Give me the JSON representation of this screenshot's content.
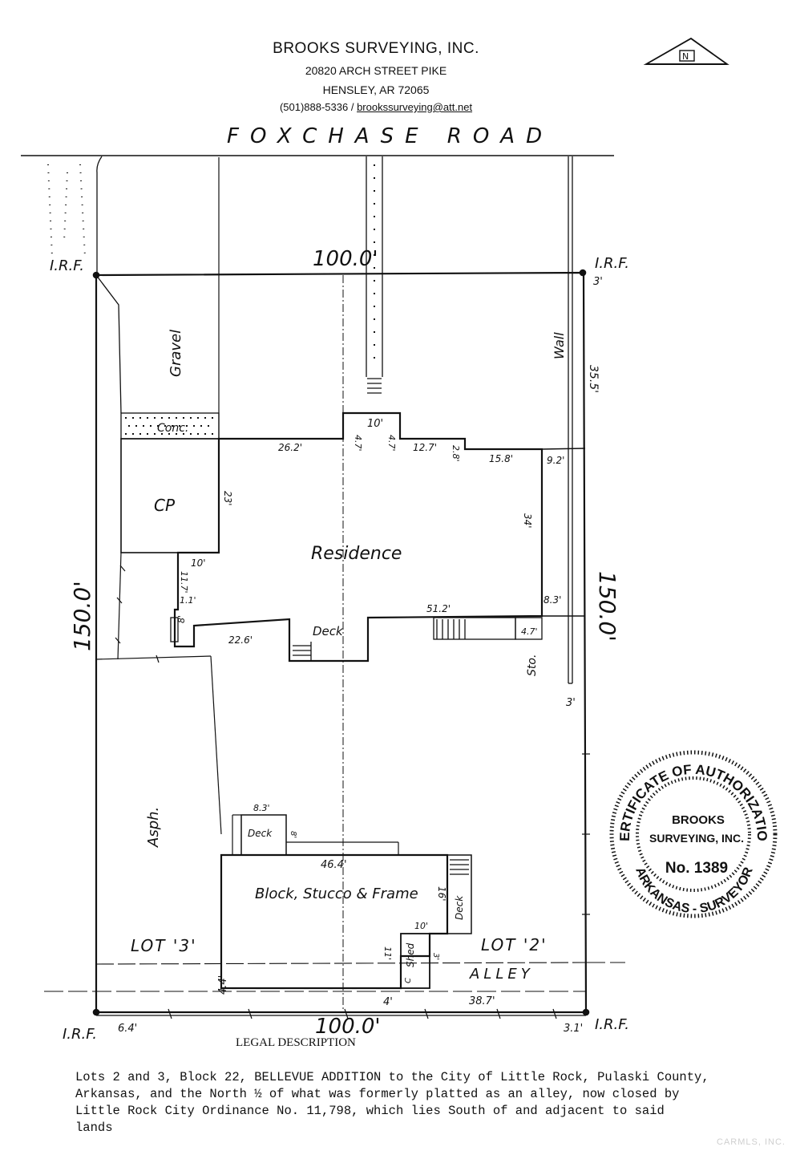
{
  "header": {
    "company": "BROOKS SURVEYING, INC.",
    "address_line1": "20820 ARCH STREET PIKE",
    "address_line2": "HENSLEY, AR 72065",
    "phone": "(501)888-5336 / ",
    "email": "brookssurveying@att.net"
  },
  "north_arrow": {
    "label": "N"
  },
  "street": {
    "label": "FOXCHASE ROAD"
  },
  "monuments": {
    "nw": "I.R.F.",
    "ne": "I.R.F.",
    "sw": "I.R.F.",
    "se": "I.R.F."
  },
  "dimensions": {
    "north_line": "100.0'",
    "south_line": "100.0'",
    "west_line": "150.0'",
    "east_line": "150.0'",
    "east_offset_top": "3'",
    "east_offset_mid": "3'",
    "east_offset_bottom": "3.1'",
    "wall_distance": "35.5'",
    "sw_offset": "6.4'",
    "garage_offset": "4.4'",
    "south_offset": "38.7'",
    "south_small": "4'"
  },
  "residence": {
    "label": "Residence",
    "dims": [
      "26.2'",
      "4.7'",
      "4.7'",
      "10'",
      "12.7'",
      "2.8'",
      "15.8'",
      "9.2'",
      "34'",
      "23'",
      "10'",
      "11.7'",
      "1.1'",
      "8'",
      "22.6'",
      "51.2'",
      "8.3'",
      "4.7'"
    ]
  },
  "features": {
    "gravel": "Gravel",
    "conc": "Conc.",
    "carport": "CP",
    "deck": "Deck",
    "sto": "Sto.",
    "wall": "Wall",
    "asph": "Asph."
  },
  "rear_building": {
    "label": "Block, Stucco & Frame",
    "deck": "Deck",
    "deck_dim": "8.3'",
    "deck_depth": "8'",
    "width": "46.4'",
    "side": "16'",
    "rear_deck": "Deck",
    "shed": "Shed",
    "shed_top": "10'",
    "shed_side": "11'",
    "shed_small": "3'",
    "shed_c": "C"
  },
  "lots": {
    "lot3": "LOT '3'",
    "lot2": "LOT '2'",
    "alley": "ALLEY"
  },
  "seal": {
    "top_arc": "CERTIFICATE OF AUTHORIZATION",
    "bottom_arc": "ARKANSAS - SURVEYOR",
    "line1": "BROOKS",
    "line2": "SURVEYING, INC.",
    "number": "No. 1389"
  },
  "legal": {
    "title": "LEGAL DESCRIPTION",
    "text": "Lots 2 and 3, Block 22, BELLEVUE ADDITION to the City of Little Rock, Pulaski County,\nArkansas, and the North ½ of what was formerly platted as an alley, now closed by\nLittle Rock City Ordinance No. 11,798, which lies South of and adjacent to said\nlands"
  },
  "watermark": "CARMLS, INC."
}
